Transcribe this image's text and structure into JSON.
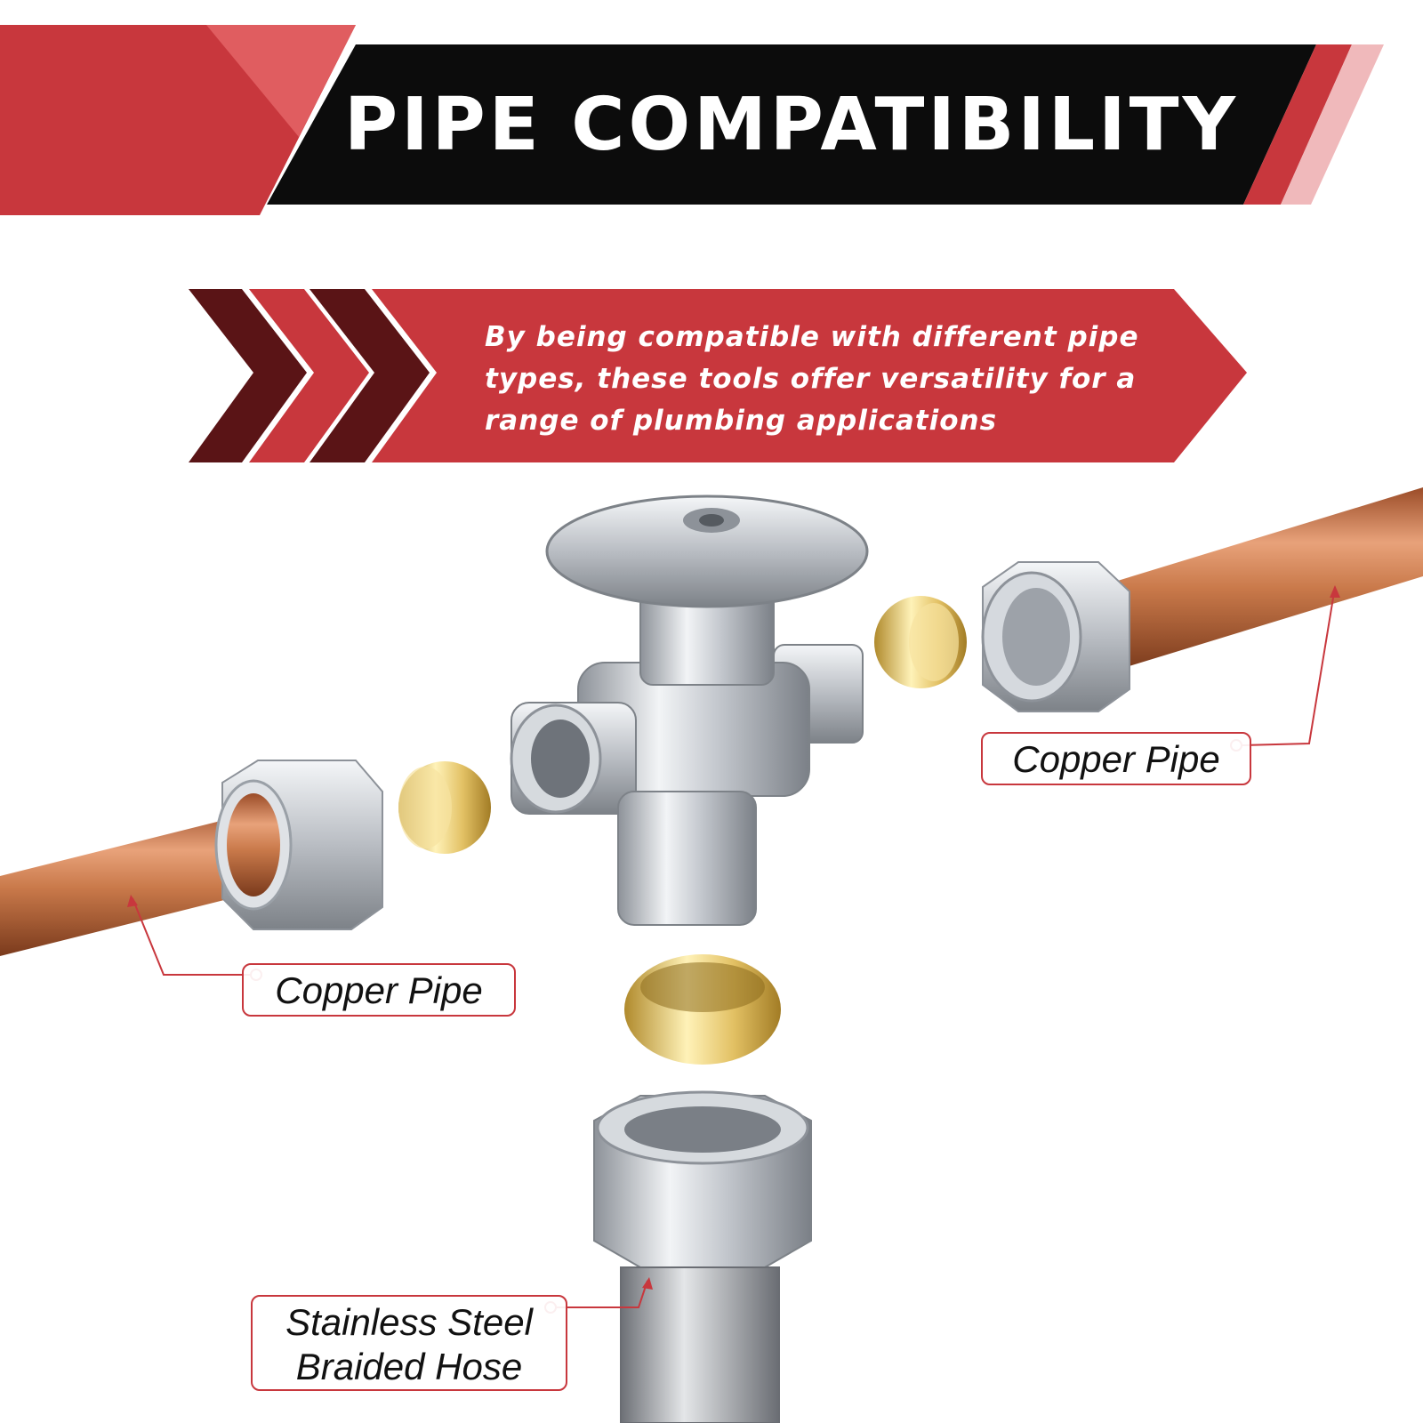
{
  "header": {
    "title": "PIPE COMPATIBILITY"
  },
  "tagline": {
    "text": "By being compatible with different pipe types, these tools offer versatility for a range of plumbing applications"
  },
  "labels": {
    "copper_pipe_right": "Copper Pipe",
    "copper_pipe_left": "Copper Pipe",
    "hose_line1": "Stainless Steel",
    "hose_line2": "Braided Hose"
  },
  "colors": {
    "accent_red": "#c8373d",
    "banner_black": "#0c0c0c",
    "chevron_dark": "#5a1416",
    "copper": "#c9794a",
    "chrome": "#c9cdd3",
    "brass": "#d9b85a"
  },
  "icons": {
    "chevrons": "triple-chevron-right-icon"
  }
}
